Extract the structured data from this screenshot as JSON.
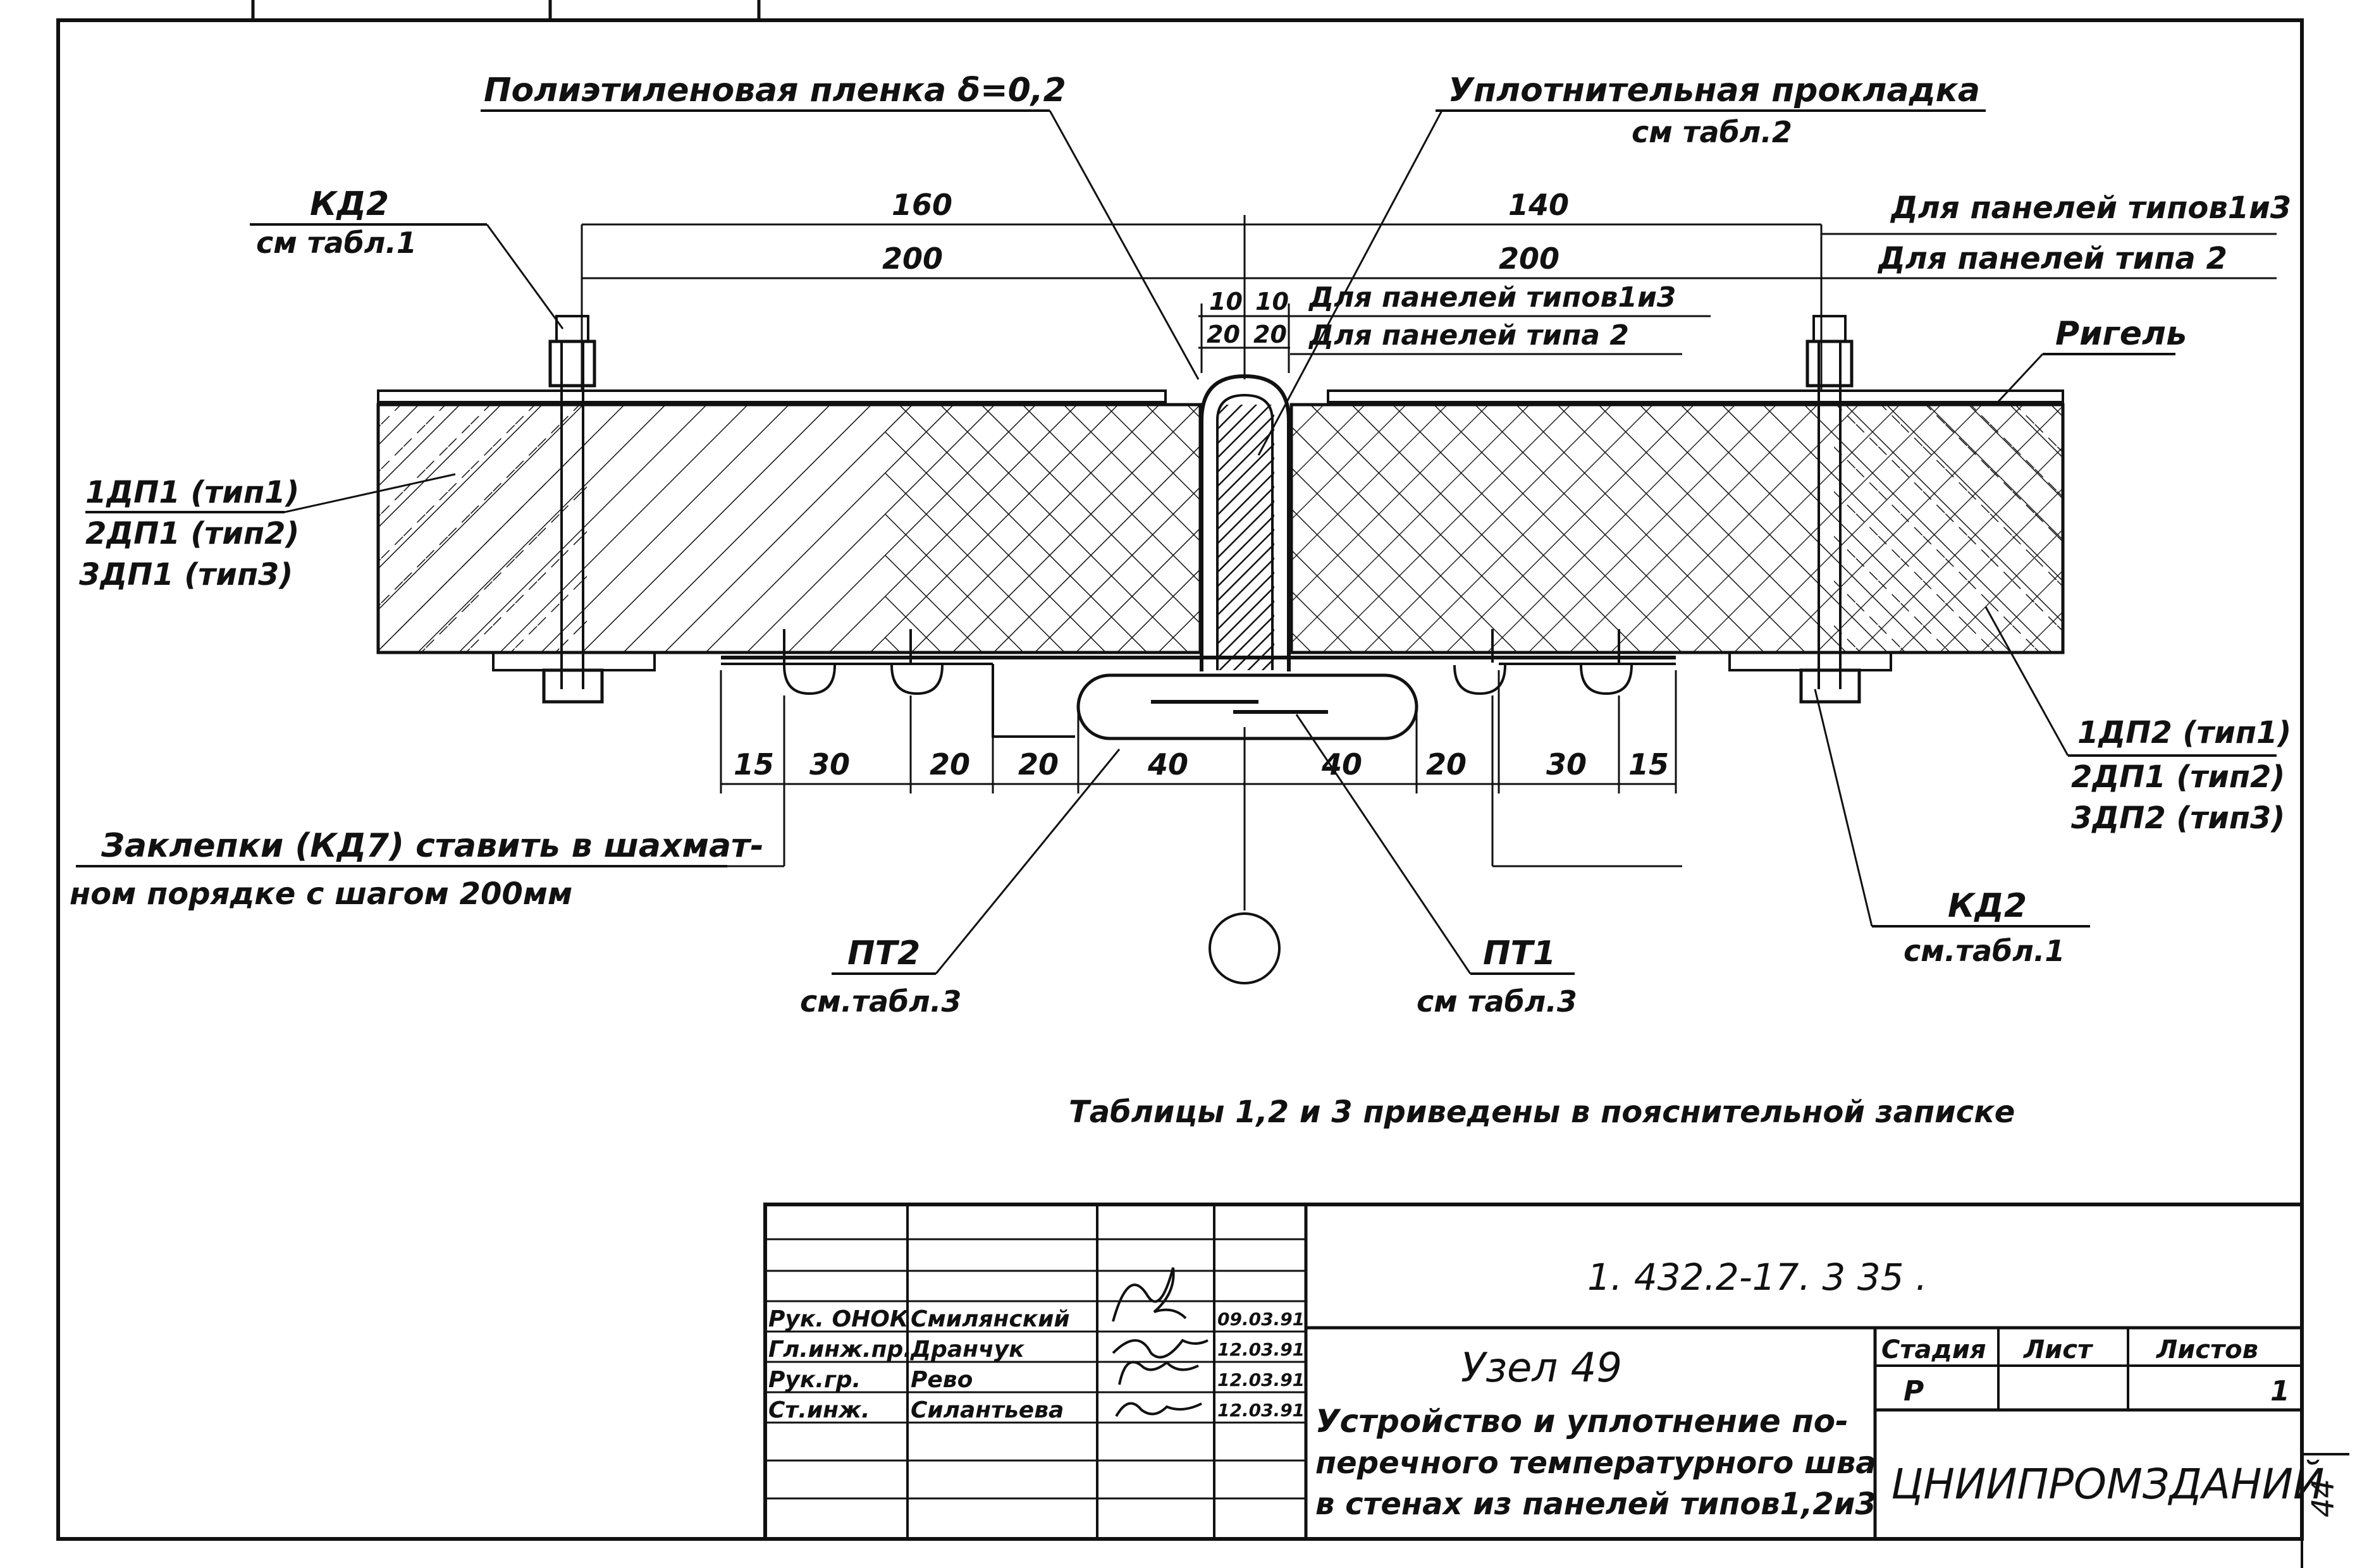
{
  "drawing": {
    "callouts": {
      "film": "Полиэтиленовая пленка δ=0,2",
      "seal": "Уплотнительная прокладка",
      "seal_ref": "см табл.2",
      "kd2_left": "КД2",
      "kd2_left_ref": "см табл.1",
      "panel_left_1": "1ДП1 (тип1)",
      "panel_left_2": "2ДП1 (тип2)",
      "panel_left_3": "3ДП1 (тип3)",
      "panel_right_1": "1ДП2 (тип1)",
      "panel_right_2": "2ДП1 (тип2)",
      "panel_right_3": "3ДП2 (тип3)",
      "rigel": "Ригель",
      "rivets_1": "Заклепки (КД7) ставить в шахмат-",
      "rivets_2": "ном порядке с шагом 200мм",
      "pt2": "ПТ2",
      "pt2_ref": "см.табл.3",
      "pt1": "ПТ1",
      "pt1_ref": "см табл.3",
      "kd2_right": "КД2",
      "kd2_right_ref": "см.табл.1",
      "note": "Таблицы 1,2 и 3 приведены в пояснительной записке"
    },
    "dimensions": {
      "left_top": "160",
      "left_bottom": "200",
      "right_top": "140",
      "right_bottom": "200",
      "gap_a1": "10",
      "gap_a2": "10",
      "gap_b1": "20",
      "gap_b2": "20",
      "note_types_13_right": "Для панелей типов1и3",
      "note_type_2_right": "Для панелей типа 2",
      "note_types_13_mid": "Для панелей типов1и3",
      "note_type_2_mid": "Для панелей типа 2",
      "chain": [
        "15",
        "30",
        "20",
        "20",
        "40",
        "40",
        "20",
        "30",
        "15"
      ]
    }
  },
  "title_block": {
    "code": "1. 432.2-17. 3  35  .",
    "node": "Узел 49",
    "desc_1": "Устройство и уплотнение по-",
    "desc_2": "перечного температурного шва",
    "desc_3": "в стенах из панелей типов1,2и3",
    "stage_label": "Стадия",
    "sheet_label": "Лист",
    "sheets_label": "Листов",
    "stage": "Р",
    "sheet": "",
    "sheets": "1",
    "org": "ЦНИИПРОМЗДАНИЙ",
    "signers": [
      {
        "role": "Рук. ОНОК",
        "name": "Смилянский",
        "date": "09.03.91"
      },
      {
        "role": "Гл.инж.пр.",
        "name": "Дранчук",
        "date": "12.03.91"
      },
      {
        "role": "Рук.гр.",
        "name": "Рево",
        "date": "12.03.91"
      },
      {
        "role": "Ст.инж.",
        "name": "Силантьева",
        "date": "12.03.91"
      }
    ],
    "margin_mark": "44"
  }
}
